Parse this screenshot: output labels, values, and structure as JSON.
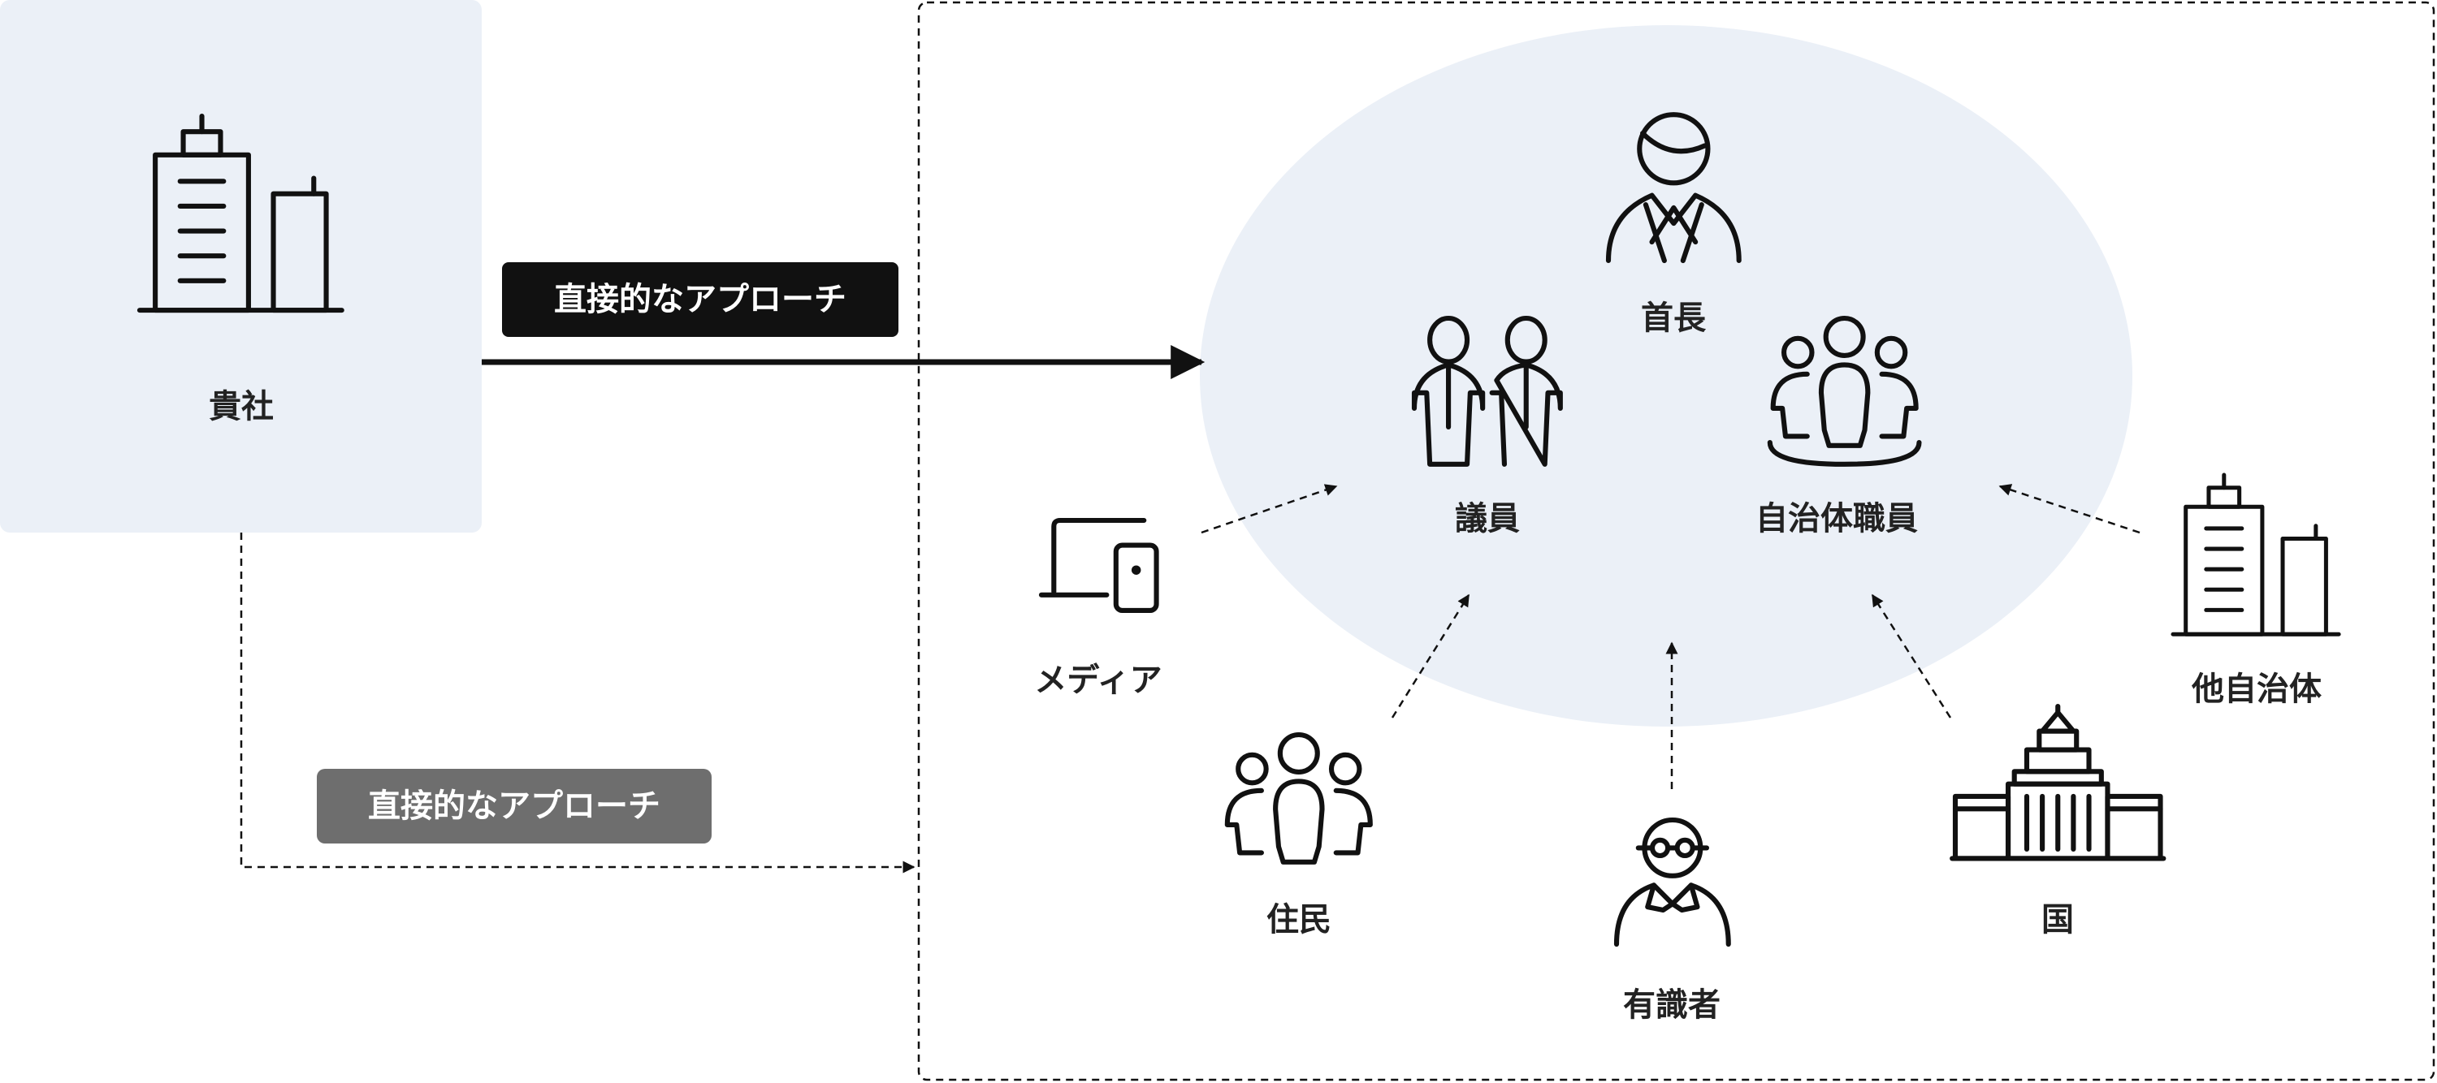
{
  "company": {
    "label": "貴社"
  },
  "approaches": {
    "direct": "直接的なアプローチ",
    "indirect": "直接的なアプローチ"
  },
  "stakeholders": {
    "mayor": "首長",
    "councilors": "議員",
    "municipal_staff": "自治体職員",
    "media": "メディア",
    "residents": "住民",
    "experts": "有識者",
    "national_government": "国",
    "other_municipalities": "他自治体"
  },
  "colors": {
    "panel_bg": "#EBF0F7",
    "direct_tag": "#111111",
    "indirect_tag": "#6E6E6E"
  }
}
